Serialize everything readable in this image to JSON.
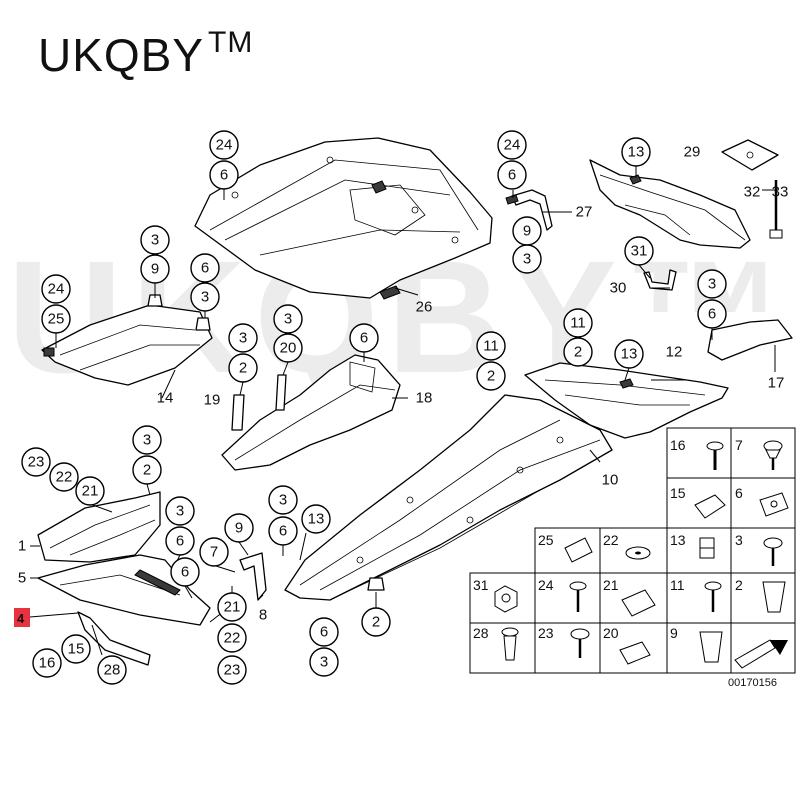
{
  "brand": {
    "name": "UKQBY",
    "tm": "TM"
  },
  "watermark": "UKQBY™",
  "diagram_code": "00170156",
  "highlight_label": "4",
  "callouts": [
    "24",
    "6",
    "3",
    "9",
    "24",
    "6",
    "9",
    "3",
    "13",
    "29",
    "32",
    "33",
    "31",
    "30",
    "3",
    "6",
    "17",
    "24",
    "25",
    "3",
    "6",
    "3",
    "9",
    "14",
    "3",
    "2",
    "19",
    "3",
    "20",
    "6",
    "18",
    "11",
    "2",
    "11",
    "2",
    "13",
    "12",
    "10",
    "23",
    "22",
    "21",
    "3",
    "2",
    "1",
    "5",
    "3",
    "6",
    "6",
    "4",
    "16",
    "15",
    "28",
    "9",
    "6",
    "7",
    "3",
    "6",
    "13",
    "8",
    "21",
    "22",
    "23",
    "6",
    "3",
    "2",
    "26",
    "27"
  ],
  "legend": {
    "rows": [
      [
        "16",
        "7"
      ],
      [
        "15",
        "6"
      ],
      [
        "25",
        "22",
        "13",
        "3"
      ],
      [
        "31",
        "24",
        "21",
        "11",
        "2"
      ],
      [
        "28",
        "23",
        "20",
        "9"
      ]
    ]
  }
}
